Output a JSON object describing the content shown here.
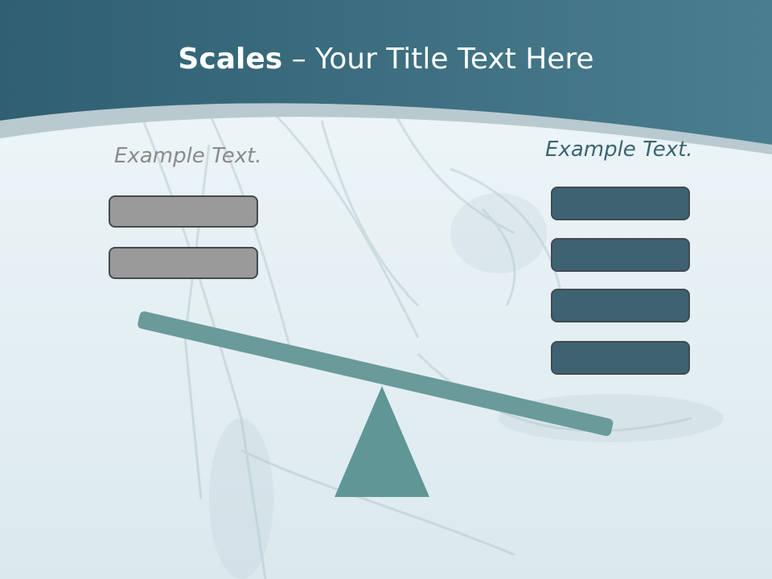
{
  "title": {
    "bold": "Scales",
    "rest": " – Your Title Text Here"
  },
  "left_panel": {
    "caption": "Example Text.",
    "box_count": 2
  },
  "right_panel": {
    "caption": "Example Text.",
    "box_count": 4
  },
  "colors": {
    "header": "#3b6b7c",
    "header_arc": "#b9c9d0",
    "left_box": "#9a9a9a",
    "right_box": "#3e6272",
    "beam": "#6a9a9a",
    "fulcrum": "#5f9696"
  },
  "scale": {
    "tilt": "left side raised",
    "beam_angle_deg": 13
  }
}
